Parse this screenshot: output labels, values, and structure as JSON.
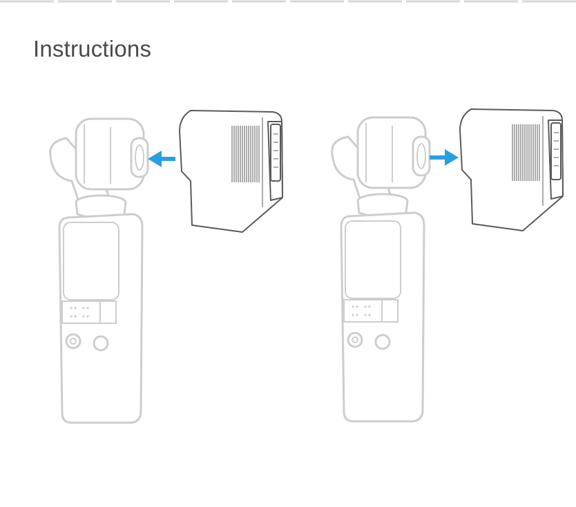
{
  "title": "Instructions",
  "colors": {
    "arrow": "#2a9fe0",
    "device_outline": "#cdcdcd",
    "adapter_outline": "#5a5a5a",
    "title_text": "#4a4a4a"
  },
  "steps": [
    {
      "device_icon": "gimbal-camera-icon",
      "adapter_icon": "mount-adapter-icon",
      "arrow_icon": "arrow-left-icon",
      "arrow_direction": "left"
    },
    {
      "device_icon": "gimbal-camera-icon",
      "adapter_icon": "mount-adapter-icon",
      "arrow_icon": "arrow-right-icon",
      "arrow_direction": "right"
    }
  ]
}
